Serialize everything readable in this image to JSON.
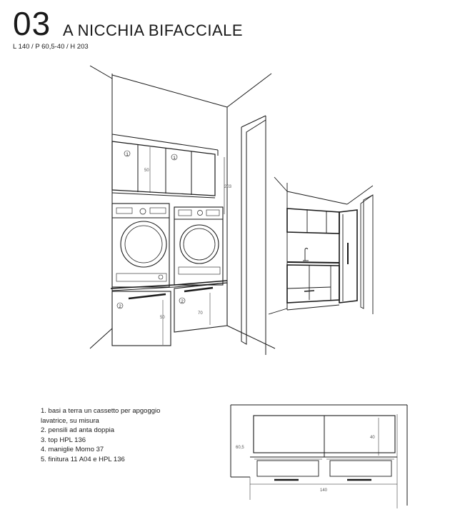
{
  "header": {
    "number": "03",
    "title": "A NICCHIA BIFACCIALE",
    "dimensions": "L 140 / P 60,5-40 / H 203"
  },
  "elevation_labels": {
    "callout_1": "1",
    "callout_2": "2",
    "wall_height": "203",
    "cabinet_height": "50",
    "base_height": "50",
    "top_width": "70"
  },
  "legend": [
    "1. basi a terra un cassetto per apgoggio",
    "lavatrice, su misura",
    "2. pensili ad anta doppia",
    "3. top HPL 136",
    "4. maniglie Momo 37",
    "5. finitura 11 A04 e HPL 136"
  ],
  "plan_labels": {
    "depth_total": "60,5",
    "depth_upper": "40",
    "width": "140"
  }
}
